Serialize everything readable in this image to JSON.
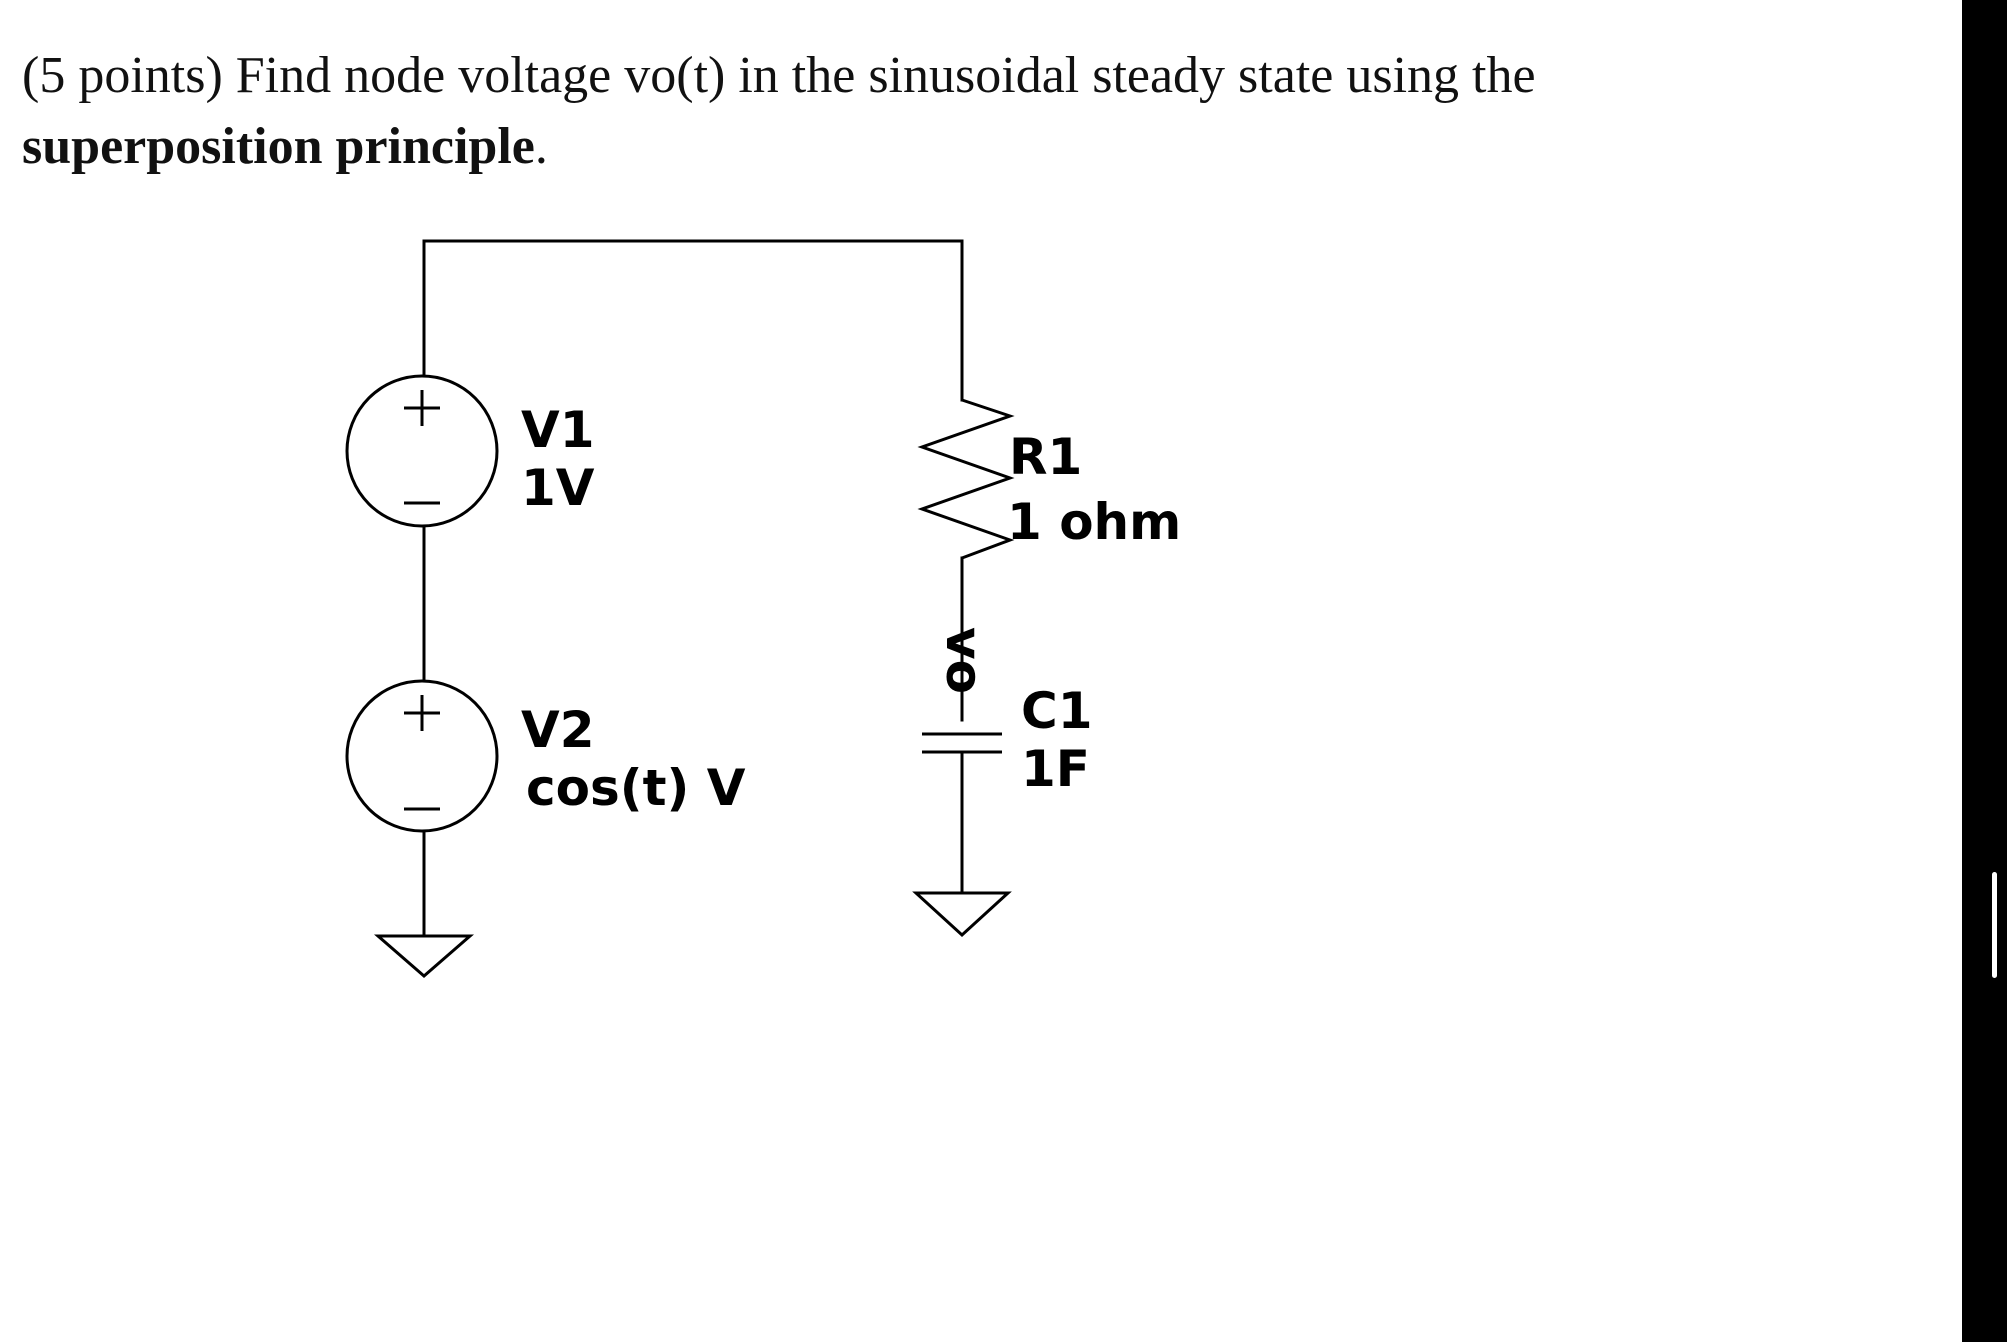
{
  "question": {
    "prefix": "(5 points) Find node voltage vo(t) in the sinusoidal steady state using the",
    "bold": "superposition principle",
    "suffix": "."
  },
  "circuit": {
    "v1": {
      "name": "V1",
      "value": "1V"
    },
    "v2": {
      "name": "V2",
      "value": "cos(t) V"
    },
    "r1": {
      "name": "R1",
      "value": "1 ohm"
    },
    "c1": {
      "name": "C1",
      "value": "1F"
    },
    "node_label": "vo"
  }
}
